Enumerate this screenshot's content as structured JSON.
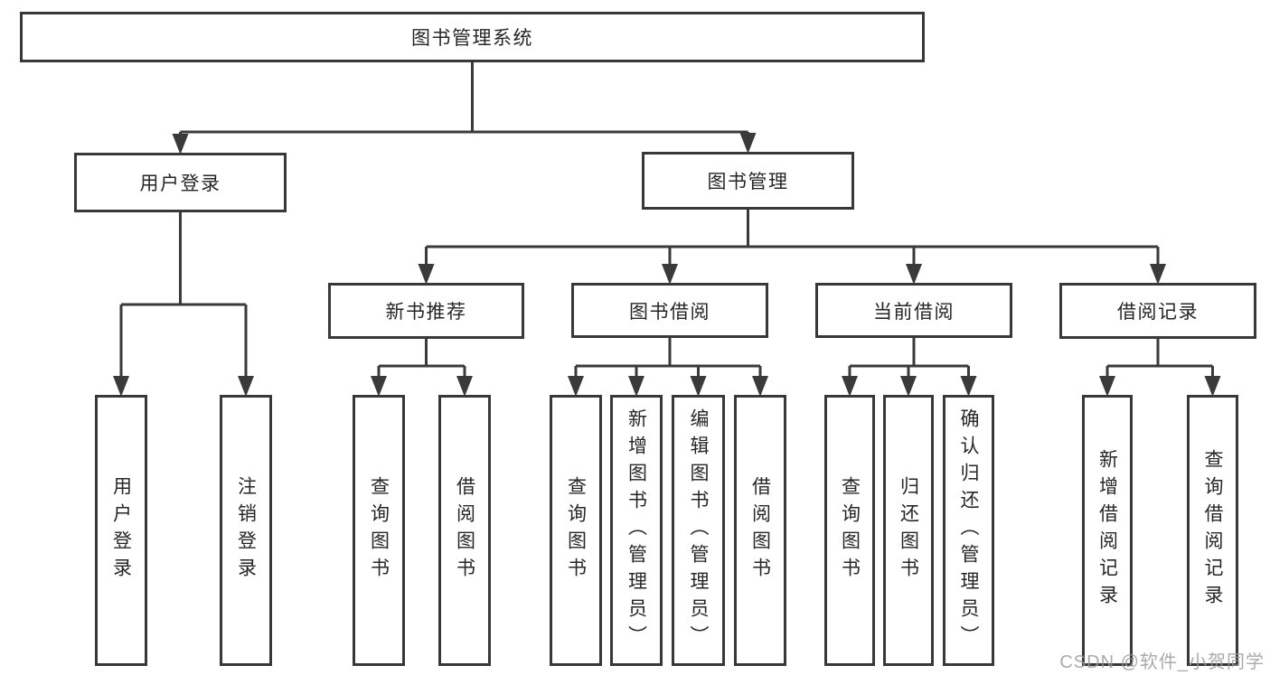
{
  "diagram": {
    "title": "图书管理系统",
    "nodes": [
      {
        "id": "root",
        "label": "图书管理系统"
      },
      {
        "id": "user-login",
        "label": "用户登录"
      },
      {
        "id": "book-mgmt",
        "label": "图书管理"
      },
      {
        "id": "new-book",
        "label": "新书推荐"
      },
      {
        "id": "book-borrow",
        "label": "图书借阅"
      },
      {
        "id": "current-borrow",
        "label": "当前借阅"
      },
      {
        "id": "borrow-record",
        "label": "借阅记录"
      },
      {
        "id": "leaf-user-login",
        "label": "用户登录"
      },
      {
        "id": "leaf-logout",
        "label": "注销登录"
      },
      {
        "id": "leaf-query-book-new",
        "label": "查询图书"
      },
      {
        "id": "leaf-borrow-book-new",
        "label": "借阅图书"
      },
      {
        "id": "leaf-query-book-borrow",
        "label": "查询图书"
      },
      {
        "id": "leaf-add-book",
        "label": "新增图书（管理员）"
      },
      {
        "id": "leaf-edit-book",
        "label": "编辑图书（管理员）"
      },
      {
        "id": "leaf-borrow-book-2",
        "label": "借阅图书"
      },
      {
        "id": "leaf-query-book-cur",
        "label": "查询图书"
      },
      {
        "id": "leaf-return-book",
        "label": "归还图书"
      },
      {
        "id": "leaf-confirm-return",
        "label": "确认归还（管理员）"
      },
      {
        "id": "leaf-add-record",
        "label": "新增借阅记录"
      },
      {
        "id": "leaf-query-record",
        "label": "查询借阅记录"
      }
    ],
    "edges": [
      {
        "parent": "root",
        "children": [
          "user-login",
          "book-mgmt"
        ]
      },
      {
        "parent": "user-login",
        "children": [
          "leaf-user-login",
          "leaf-logout"
        ]
      },
      {
        "parent": "book-mgmt",
        "children": [
          "new-book",
          "book-borrow",
          "current-borrow",
          "borrow-record"
        ]
      },
      {
        "parent": "new-book",
        "children": [
          "leaf-query-book-new",
          "leaf-borrow-book-new"
        ]
      },
      {
        "parent": "book-borrow",
        "children": [
          "leaf-query-book-borrow",
          "leaf-add-book",
          "leaf-edit-book",
          "leaf-borrow-book-2"
        ]
      },
      {
        "parent": "current-borrow",
        "children": [
          "leaf-query-book-cur",
          "leaf-return-book",
          "leaf-confirm-return"
        ]
      },
      {
        "parent": "borrow-record",
        "children": [
          "leaf-add-record",
          "leaf-query-record"
        ]
      }
    ]
  },
  "watermark": {
    "text": "CSDN @软件_小贺同学"
  },
  "colors": {
    "line": "#3a3a3a",
    "box_border": "#383838",
    "text": "#262626",
    "watermark": "#9b9b9e",
    "background": "#ffffff"
  }
}
